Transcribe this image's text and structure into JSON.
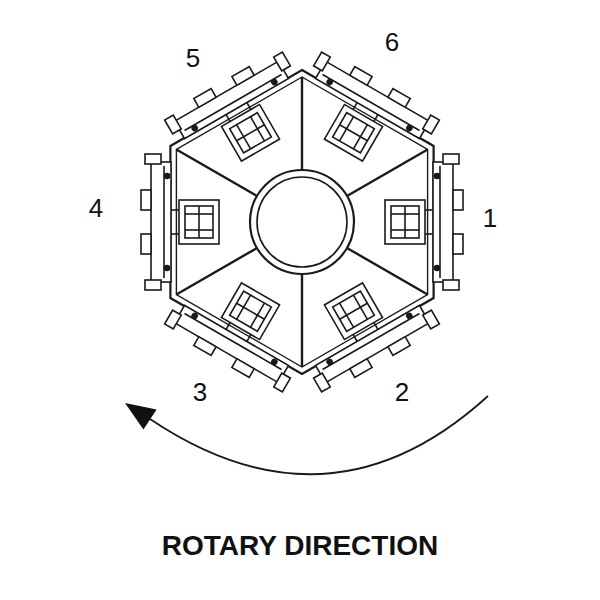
{
  "diagram": {
    "caption": "ROTARY DIRECTION",
    "labels": [
      "1",
      "2",
      "3",
      "4",
      "5",
      "6"
    ]
  }
}
